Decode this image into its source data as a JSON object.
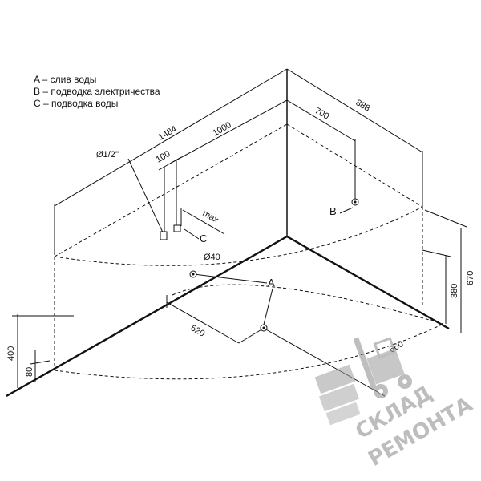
{
  "legend": {
    "a": "A – слив воды",
    "b": "B – подводка электричества",
    "c": "C – подводка воды"
  },
  "dims": {
    "d1484": "1484",
    "d1000": "1000",
    "d100": "100",
    "d_pipe": "Ø1/2''",
    "d_max": "max",
    "d_drain": "Ø40",
    "d620": "620",
    "d700": "700",
    "d888": "888",
    "d660": "660",
    "d670": "670",
    "d380": "380",
    "d400": "400",
    "d80": "80"
  },
  "labels": {
    "a": "A",
    "b": "B",
    "c": "C"
  },
  "watermark": {
    "line1": "СКЛАД",
    "line2": "РЕМОНТА"
  },
  "colors": {
    "line": "#111111",
    "watermark": "#bdbdbd"
  }
}
